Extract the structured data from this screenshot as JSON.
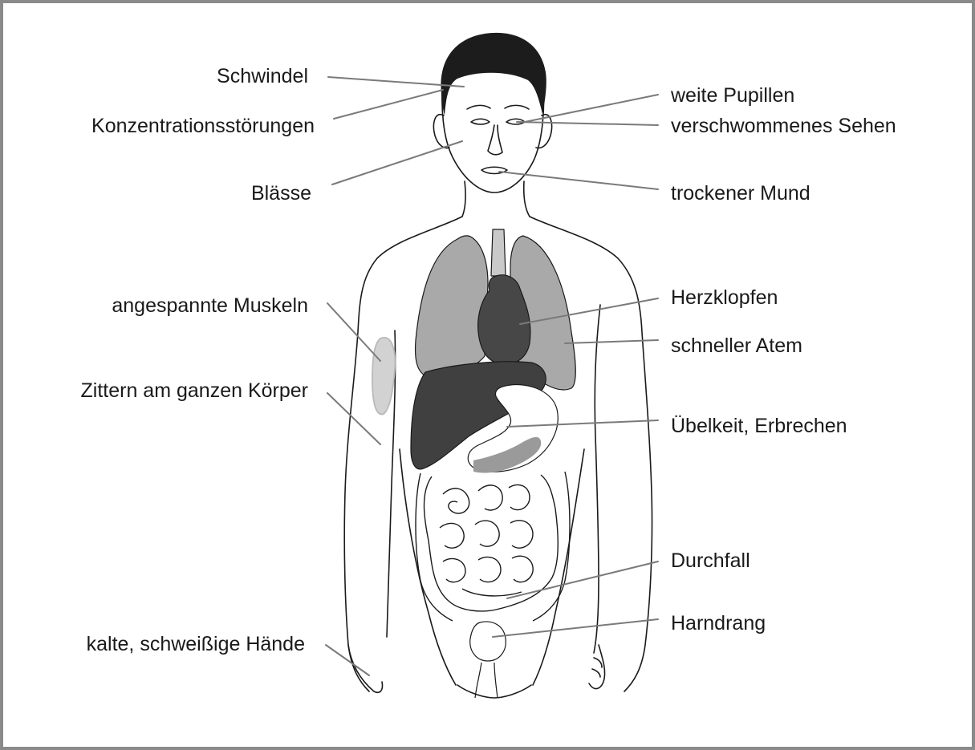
{
  "figure": {
    "labels_left": {
      "schwindel": "Schwindel",
      "konzentration": "Konzentrationsstörungen",
      "blaesse": "Blässe",
      "muskeln": "angespannte Muskeln",
      "zittern": "Zittern am ganzen Körper",
      "haende": "kalte, schweißige Hände"
    },
    "labels_right": {
      "pupillen": "weite Pupillen",
      "sehen": "verschwommenes Sehen",
      "mund": "trockener Mund",
      "herz": "Herzklopfen",
      "atem": "schneller Atem",
      "uebelkeit": "Übelkeit, Erbrechen",
      "durchfall": "Durchfall",
      "harndrang": "Harndrang"
    },
    "colors": {
      "frame_border": "#8a8a8a",
      "outline": "#1a1a1a",
      "leader_line": "#7a7a7a",
      "hair": "#1c1c1c",
      "lungs": "#a9a9a9",
      "heart": "#474747",
      "liver": "#404040",
      "muscle": "#d2d2d2",
      "stomach_accent": "#9a9a9a"
    }
  }
}
